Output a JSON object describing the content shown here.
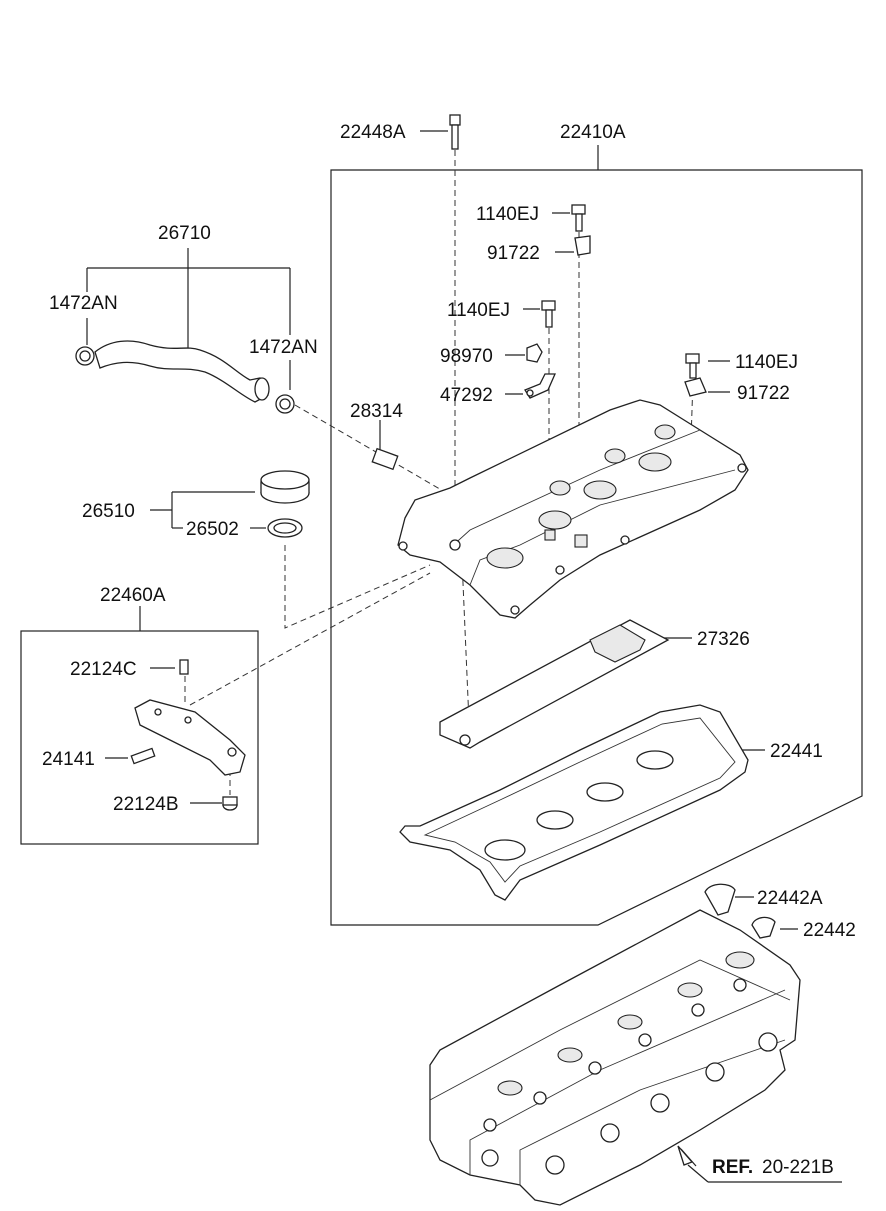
{
  "labels": {
    "p22448A": "22448A",
    "p22410A": "22410A",
    "p1140EJ_a": "1140EJ",
    "p91722_a": "91722",
    "p1140EJ_b": "1140EJ",
    "p98970": "98970",
    "p47292": "47292",
    "p1140EJ_c": "1140EJ",
    "p91722_b": "91722",
    "p26710": "26710",
    "p1472AN_left": "1472AN",
    "p1472AN_right": "1472AN",
    "p28314": "28314",
    "p26510": "26510",
    "p26502": "26502",
    "p22460A": "22460A",
    "p22124C": "22124C",
    "p24141": "24141",
    "p22124B": "22124B",
    "p27326": "27326",
    "p22441": "22441",
    "p22442A": "22442A",
    "p22442": "22442"
  },
  "reference": {
    "prefix": "REF.",
    "number": "20-221B"
  }
}
